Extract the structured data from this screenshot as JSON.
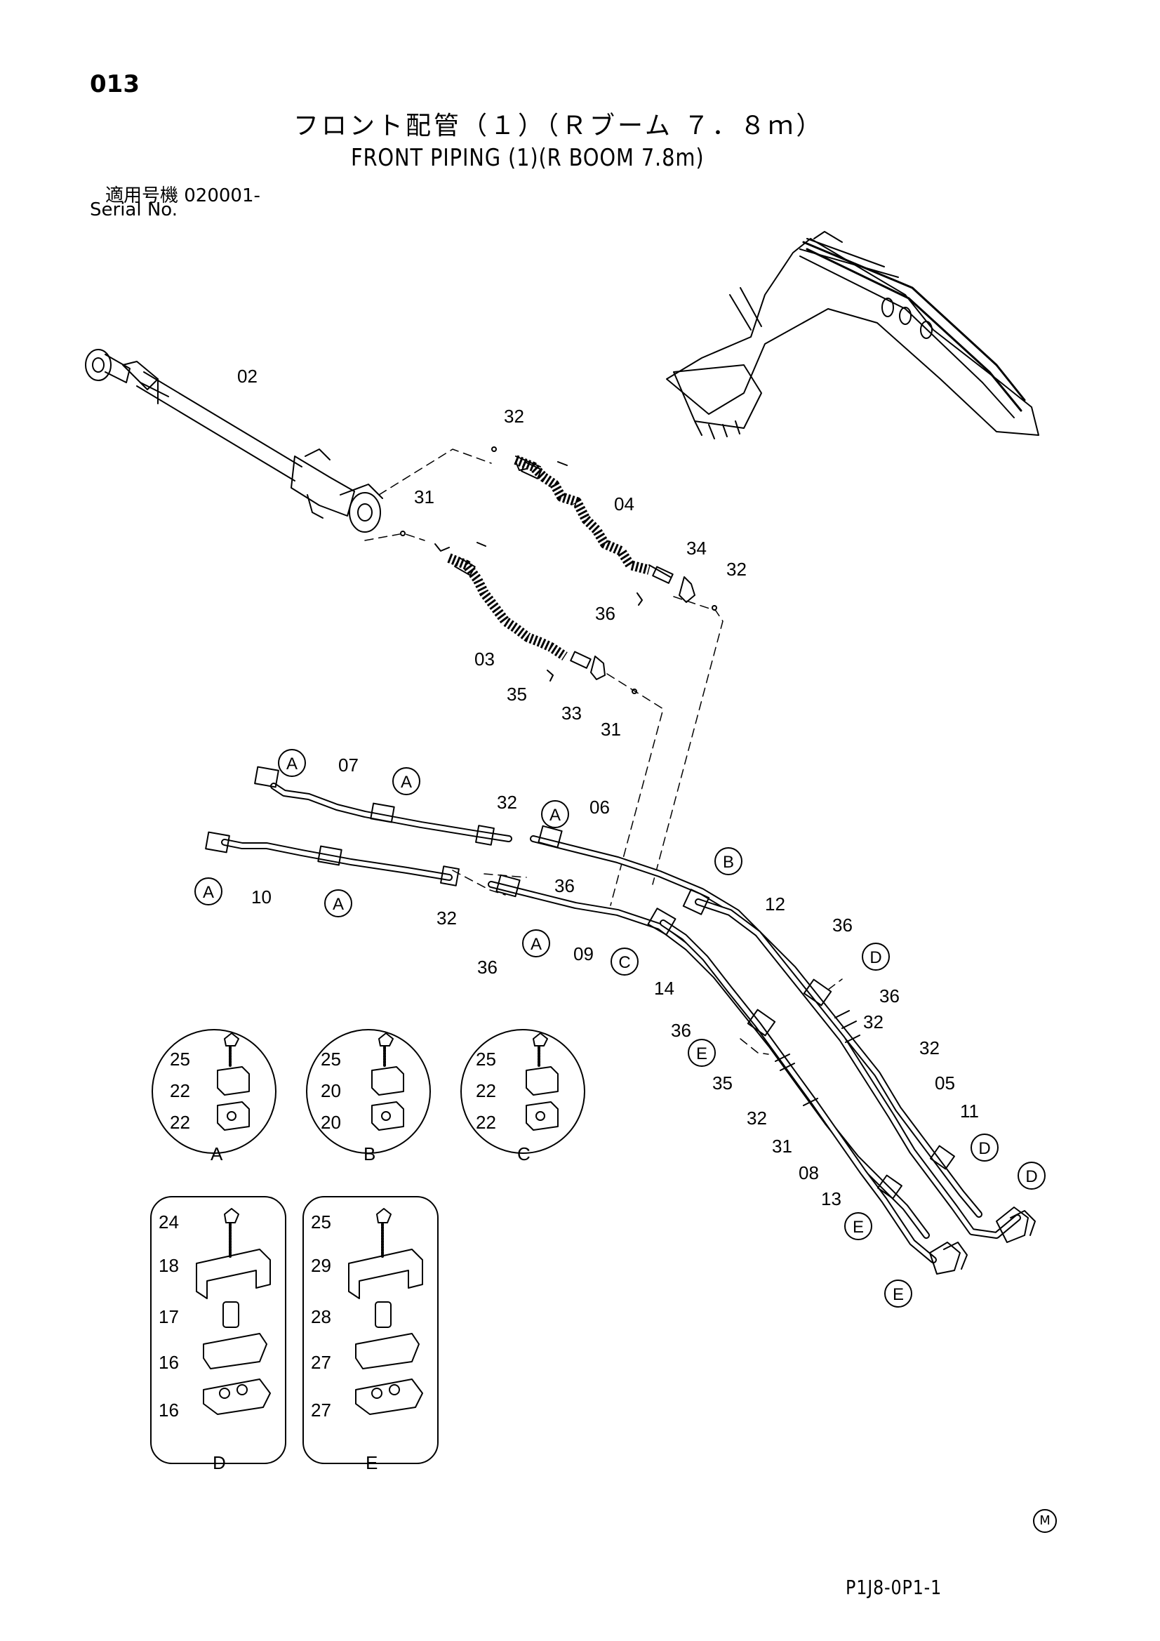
{
  "header": {
    "page_number": "013",
    "title_ja": "フロント配管（１）（Ｒブーム ７．８ｍ）",
    "title_en": "FRONT PIPING (1)(R BOOM 7.8m)",
    "serial_label_ja": "適用号機  020001-",
    "serial_label_en": "Serial No."
  },
  "footer": {
    "doc_code": "P1J8-0P1-1",
    "mark": "M"
  },
  "parts": [
    {
      "label": "02"
    },
    {
      "label": "32"
    },
    {
      "label": "31"
    },
    {
      "label": "04"
    },
    {
      "label": "34"
    },
    {
      "label": "32"
    },
    {
      "label": "36"
    },
    {
      "label": "03"
    },
    {
      "label": "35"
    },
    {
      "label": "33"
    },
    {
      "label": "31"
    },
    {
      "label": "07"
    },
    {
      "label": "32"
    },
    {
      "label": "06"
    },
    {
      "label": "36"
    },
    {
      "label": "10"
    },
    {
      "label": "32"
    },
    {
      "label": "36"
    },
    {
      "label": "09"
    },
    {
      "label": "12"
    },
    {
      "label": "36"
    },
    {
      "label": "14"
    },
    {
      "label": "36"
    },
    {
      "label": "32"
    },
    {
      "label": "36"
    },
    {
      "label": "32"
    },
    {
      "label": "35"
    },
    {
      "label": "32"
    },
    {
      "label": "31"
    },
    {
      "label": "05"
    },
    {
      "label": "11"
    },
    {
      "label": "08"
    },
    {
      "label": "13"
    }
  ],
  "callouts": [
    "A",
    "A",
    "A",
    "A",
    "A",
    "A",
    "B",
    "C",
    "D",
    "D",
    "D",
    "E",
    "E",
    "E"
  ],
  "details": [
    {
      "id": "A",
      "labels": [
        "25",
        "22",
        "22"
      ]
    },
    {
      "id": "B",
      "labels": [
        "25",
        "20",
        "20"
      ]
    },
    {
      "id": "C",
      "labels": [
        "25",
        "22",
        "22"
      ]
    },
    {
      "id": "D",
      "labels": [
        "24",
        "18",
        "17",
        "16",
        "16"
      ]
    },
    {
      "id": "E",
      "labels": [
        "25",
        "29",
        "28",
        "27",
        "27"
      ]
    }
  ]
}
